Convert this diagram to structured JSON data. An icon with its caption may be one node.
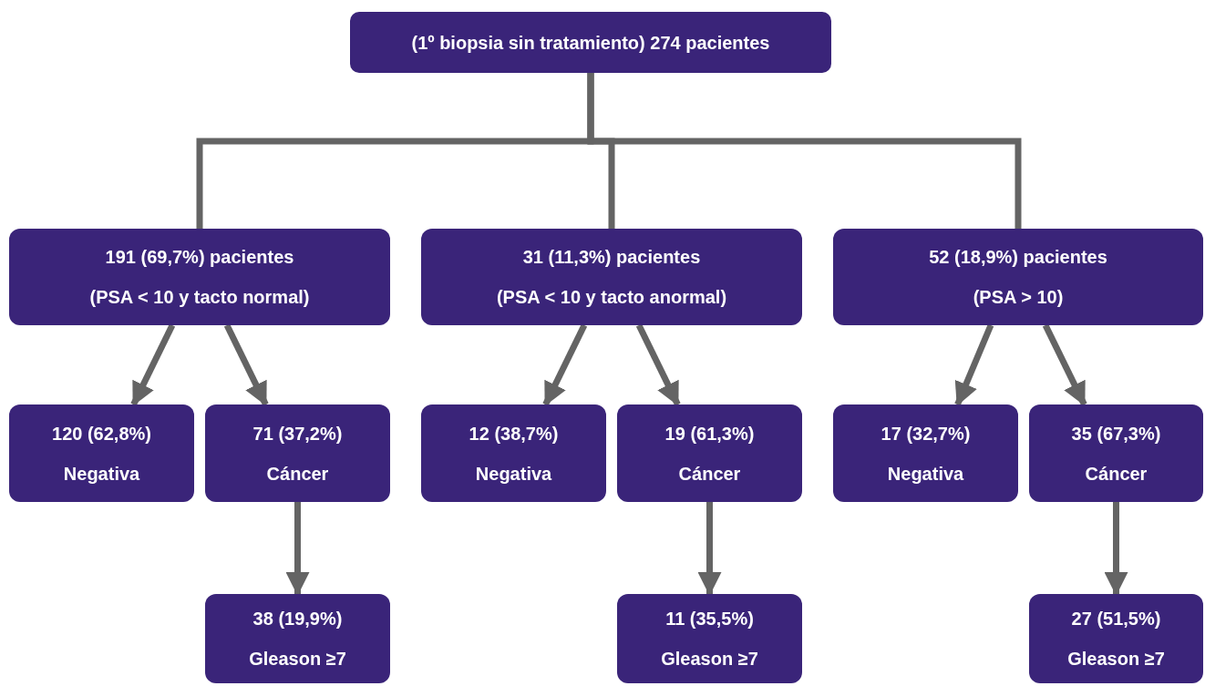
{
  "diagram": {
    "nodes": [
      {
        "text": [
          "(1º biopsia sin tratamiento) 274 pacientes"
        ]
      },
      {
        "text": [
          "191 (69,7%) pacientes",
          "(PSA < 10 y tacto normal)"
        ]
      },
      {
        "text": [
          "31 (11,3%) pacientes",
          "(PSA < 10 y tacto anormal)"
        ]
      },
      {
        "text": [
          "52 (18,9%) pacientes",
          "(PSA > 10)"
        ]
      },
      {
        "text": [
          "120 (62,8%)",
          "Negativa"
        ]
      },
      {
        "text": [
          "71 (37,2%)",
          "Cáncer"
        ]
      },
      {
        "text": [
          "12 (38,7%)",
          "Negativa"
        ]
      },
      {
        "text": [
          "19 (61,3%)",
          "Cáncer"
        ]
      },
      {
        "text": [
          "17 (32,7%)",
          "Negativa"
        ]
      },
      {
        "text": [
          "35 (67,3%)",
          "Cáncer"
        ]
      },
      {
        "text": [
          "38 (19,9%)",
          "Gleason ≥7"
        ]
      },
      {
        "text": [
          "11 (35,5%)",
          "Gleason ≥7"
        ]
      },
      {
        "text": [
          "27 (51,5%)",
          "Gleason ≥7"
        ]
      }
    ],
    "edges": [
      {
        "from": 0,
        "to": 1,
        "arrow": "none"
      },
      {
        "from": 0,
        "to": 2,
        "arrow": "none"
      },
      {
        "from": 0,
        "to": 3,
        "arrow": "none"
      },
      {
        "from": 1,
        "to": 4,
        "arrow": "to"
      },
      {
        "from": 1,
        "to": 5,
        "arrow": "to"
      },
      {
        "from": 2,
        "to": 6,
        "arrow": "to"
      },
      {
        "from": 2,
        "to": 7,
        "arrow": "to"
      },
      {
        "from": 3,
        "to": 8,
        "arrow": "to"
      },
      {
        "from": 3,
        "to": 9,
        "arrow": "to"
      },
      {
        "from": 5,
        "to": 10,
        "arrow": "to"
      },
      {
        "from": 7,
        "to": 11,
        "arrow": "to"
      },
      {
        "from": 9,
        "to": 12,
        "arrow": "to"
      }
    ]
  }
}
